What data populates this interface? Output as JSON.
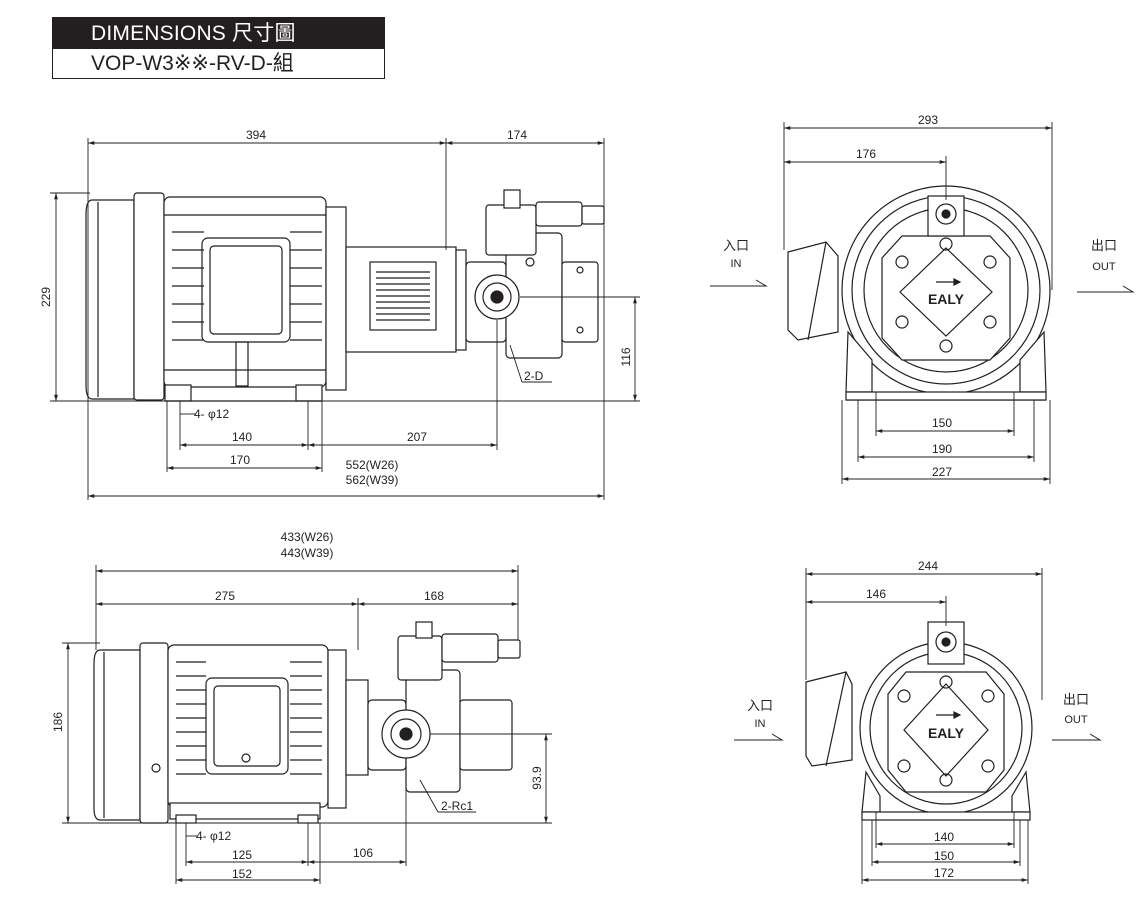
{
  "header": {
    "title": "DIMENSIONS  尺寸圖",
    "model": "VOP-W3※※-RV-D-組"
  },
  "side_view_w26": {
    "dims": {
      "motor_length": "394",
      "pump_length": "174",
      "height": "229",
      "shaft_height": "116",
      "drain_ports": "2-D",
      "mount_holes": "4- φ12",
      "base_140": "140",
      "base_170": "170",
      "to_inlet": "207",
      "total_w26": "552(W26)",
      "total_w39": "562(W39)"
    }
  },
  "front_view_w26": {
    "dims": {
      "width": "293",
      "to_center": "176",
      "base_150": "150",
      "base_190": "190",
      "base_227": "227"
    },
    "inlet_label": "入口",
    "inlet_en": "IN",
    "outlet_label": "出口",
    "outlet_en": "OUT",
    "brand": "EALY"
  },
  "side_view_w39": {
    "dims": {
      "total_w26": "433(W26)",
      "total_w39": "443(W39)",
      "motor_length": "275",
      "pump_length": "168",
      "height": "186",
      "shaft_height": "93.9",
      "ports": "2-Rc1",
      "mount_holes": "4- φ12",
      "base_125": "125",
      "base_152": "152",
      "to_inlet": "106"
    }
  },
  "front_view_w39": {
    "dims": {
      "width": "244",
      "to_center": "146",
      "base_140": "140",
      "base_150": "150",
      "base_172": "172"
    },
    "inlet_label": "入口",
    "inlet_en": "IN",
    "outlet_label": "出口",
    "outlet_en": "OUT",
    "brand": "EALY"
  }
}
